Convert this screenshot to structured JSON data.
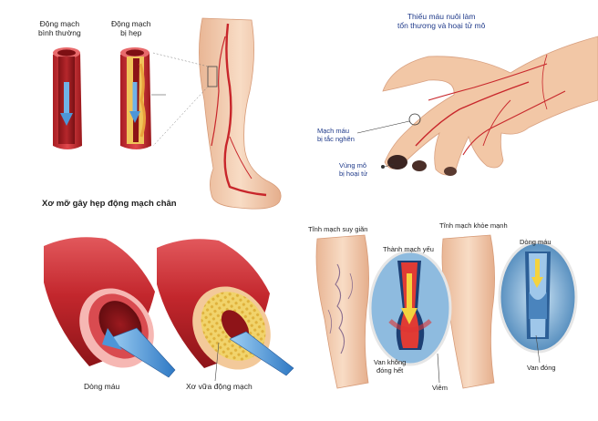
{
  "panel_top_left": {
    "normal_artery_label": "Động mạch\nbình thường",
    "narrowed_artery_label": "Động mạch\nbị hẹp",
    "caption": "Xơ mỡ gây hẹp động mạch chân"
  },
  "panel_top_right": {
    "title": "Thiếu máu nuôi làm\ntổn thương và hoại tử mô",
    "blocked_vessel_label": "Mạch máu\nbị tắc nghẽn",
    "necrotic_label": "Vùng mô\nbị hoại tử"
  },
  "panel_bottom_left": {
    "blood_flow_label": "Dòng máu",
    "atherosclerosis_label": "Xơ vữa động mạch"
  },
  "panel_bottom_right": {
    "varicose_label": "Tĩnh mạch suy giãn",
    "healthy_label": "Tĩnh mạch khỏe mạnh",
    "weak_wall_label": "Thành mạch yếu",
    "blood_flow_label": "Dòng máu",
    "valve_leak_label": "Van không\nđóng hết",
    "inflammation_label": "Viêm",
    "closed_valve_label": "Van đóng"
  },
  "colors": {
    "artery_red": "#c0282e",
    "artery_dark": "#8e1418",
    "plaque_yellow": "#f2c94c",
    "skin": "#f4cdb0",
    "arrow_blue": "#3a8ad0",
    "label_blue": "#1f3a8a"
  }
}
